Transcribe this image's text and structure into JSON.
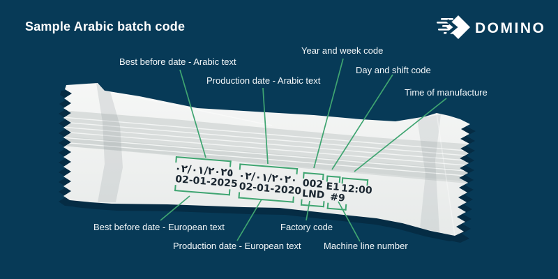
{
  "title": "Sample Arabic batch code",
  "logo": {
    "text": "DOMINO"
  },
  "colors": {
    "background": "#073a57",
    "accent_green": "#3fa571",
    "wrapper": "#f1f3f2",
    "code_text": "#1a2630",
    "shadow": "#052c44",
    "label_text": "#ffffff"
  },
  "callouts": {
    "top": [
      {
        "label": "Best before date - Arabic text"
      },
      {
        "label": "Production date - Arabic text"
      },
      {
        "label": "Year and week code"
      },
      {
        "label": "Day and shift code"
      },
      {
        "label": "Time of manufacture"
      }
    ],
    "bottom": [
      {
        "label": "Best before date - European text"
      },
      {
        "label": "Production date - European text"
      },
      {
        "label": "Factory code"
      },
      {
        "label": "Machine line number"
      }
    ]
  },
  "batch_code": {
    "arabic_best_before": "٠٢/٠١/٢٠٢٥",
    "arabic_production": "٠٢/٠١/٢٠٢٠",
    "year_week": "002",
    "day_shift": "E1",
    "time": "12:00",
    "european_best_before": "02-01-2025",
    "european_production": "02-01-2020",
    "factory": "LND",
    "machine_line": "#9"
  }
}
